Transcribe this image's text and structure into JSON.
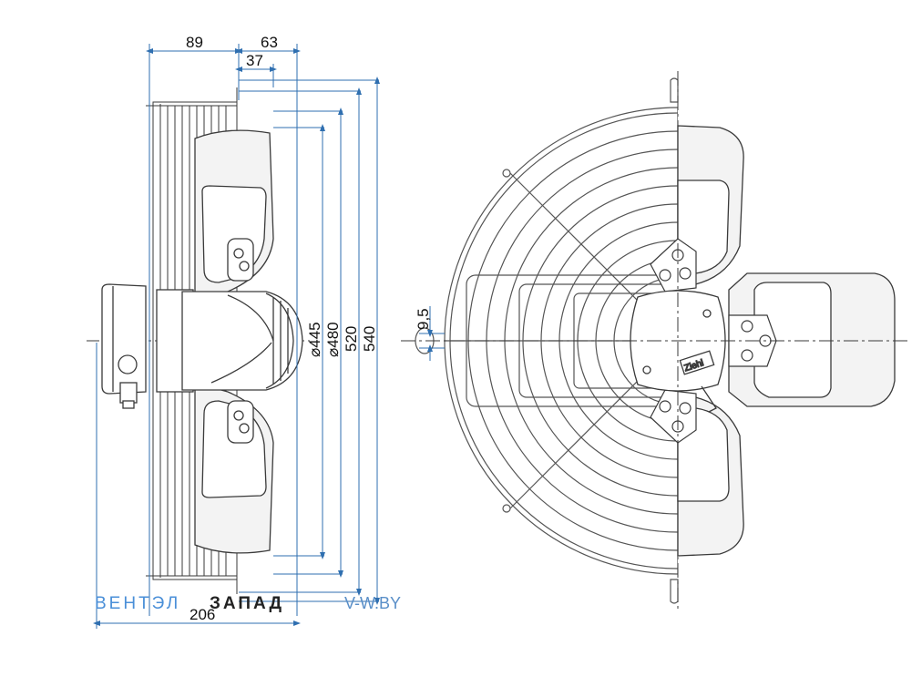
{
  "colors": {
    "outline": "#3a3a3a",
    "dimension": "#2f6fb0",
    "blade_fill": "#f3f3f3",
    "guard": "#555555",
    "watermark_blue": "#4a8fd8"
  },
  "dimensions": {
    "d89": "89",
    "d63": "63",
    "d37": "37",
    "d206": "206",
    "d445": "⌀445",
    "d480": "⌀480",
    "d520": "520",
    "d540": "540",
    "d9_5": "9,5"
  },
  "watermark": {
    "part1": "ВЕНТЭЛ",
    "part2": "ЗАПАД",
    "part3": "V-W.BY"
  },
  "logo_text": "Ziehl"
}
